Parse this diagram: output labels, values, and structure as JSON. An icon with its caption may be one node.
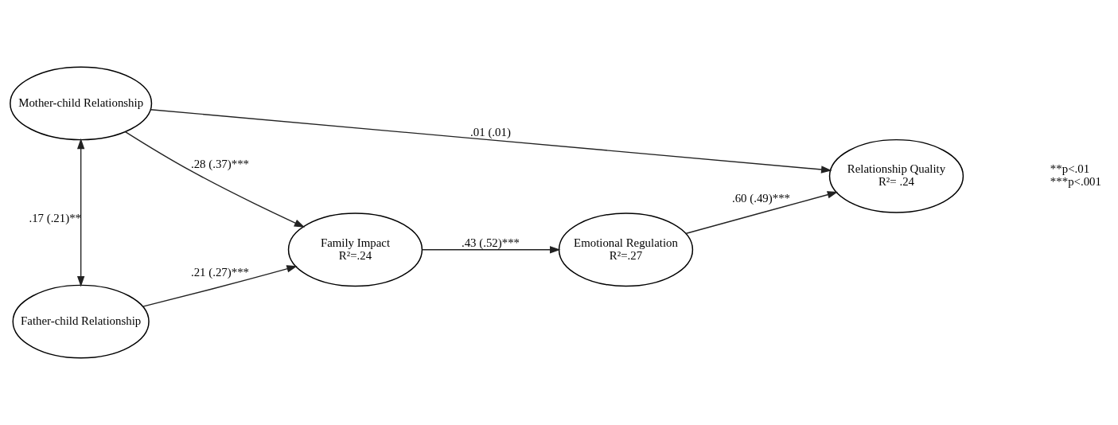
{
  "diagram": {
    "nodes": [
      {
        "text": [
          "Mother-child Relationship"
        ]
      },
      {
        "text": [
          "Family Impact",
          "R²=.24"
        ]
      },
      {
        "text": [
          "Emotional Regulation",
          "R²=.27"
        ]
      },
      {
        "text": [
          "Relationship Quality",
          "R²= .24"
        ]
      },
      {
        "text": [
          "Father-child Relationship"
        ]
      }
    ],
    "edges": [
      {
        "from": 0,
        "to": 4,
        "arrow": "both",
        "label": ".17 (.21)**"
      },
      {
        "from": 0,
        "to": 1,
        "arrow": "to",
        "label": ".28 (.37)***"
      },
      {
        "from": 0,
        "to": 3,
        "arrow": "to",
        "label": ".01 (.01)"
      },
      {
        "from": 4,
        "to": 1,
        "arrow": "to",
        "label": ".21 (.27)***"
      },
      {
        "from": 1,
        "to": 2,
        "arrow": "to",
        "label": ".43 (.52)***"
      },
      {
        "from": 2,
        "to": 3,
        "arrow": "to",
        "label": ".60 (.49)***"
      }
    ],
    "labels": [
      "**p<.01",
      "***p<.001"
    ]
  }
}
